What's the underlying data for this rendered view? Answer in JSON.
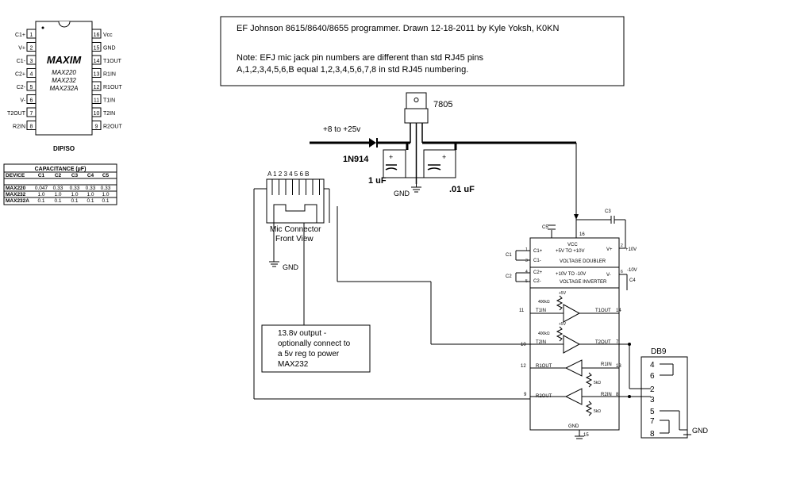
{
  "title_box": {
    "line1": "EF Johnson 8615/8640/8655 programmer. Drawn 12-18-2011 by Kyle Yoksh, K0KN",
    "note1": "Note: EFJ mic jack pin numbers are different than std RJ45 pins",
    "note2": "A,1,2,3,4,5,6,B  equal  1,2,3,4,5,6,7,8 in std RJ45 numbering."
  },
  "pinout": {
    "brand": "MAXIM",
    "parts": [
      "MAX220",
      "MAX232",
      "MAX232A"
    ],
    "package": "DIP/SO",
    "left_pins": [
      {
        "name": "C1+",
        "num": "1"
      },
      {
        "name": "V+",
        "num": "2"
      },
      {
        "name": "C1-",
        "num": "3"
      },
      {
        "name": "C2+",
        "num": "4"
      },
      {
        "name": "C2-",
        "num": "5"
      },
      {
        "name": "V-",
        "num": "6"
      },
      {
        "name": "T2OUT",
        "num": "7"
      },
      {
        "name": "R2IN",
        "num": "8"
      }
    ],
    "right_pins": [
      {
        "name": "Vcc",
        "num": "16"
      },
      {
        "name": "GND",
        "num": "15"
      },
      {
        "name": "T1OUT",
        "num": "14"
      },
      {
        "name": "R1IN",
        "num": "13"
      },
      {
        "name": "R1OUT",
        "num": "12"
      },
      {
        "name": "T1IN",
        "num": "11"
      },
      {
        "name": "T2IN",
        "num": "10"
      },
      {
        "name": "R2OUT",
        "num": "9"
      }
    ]
  },
  "cap_table": {
    "title": "CAPACITANCE (µF)",
    "headers": [
      "DEVICE",
      "C1",
      "C2",
      "C3",
      "C4",
      "C5"
    ],
    "rows": [
      [
        "MAX220",
        "0.047",
        "0.33",
        "0.33",
        "0.33",
        "0.33"
      ],
      [
        "MAX232",
        "1.0",
        "1.0",
        "1.0",
        "1.0",
        "1.0"
      ],
      [
        "MAX232A",
        "0.1",
        "0.1",
        "0.1",
        "0.1",
        "0.1"
      ]
    ]
  },
  "regulator": {
    "part": "7805",
    "input_label": "+8 to +25v",
    "diode": "1N914",
    "cap1": "1 uF",
    "cap2": ".01 uF",
    "gnd": "GND",
    "plus": "+"
  },
  "mic": {
    "pins": "A 1 2 3 4 5 6 B",
    "label1": "Mic Connector",
    "label2": "Front View",
    "gnd": "GND"
  },
  "note_box": {
    "lines": [
      "13.8v output -",
      "optionally connect to",
      "a 5v reg to power",
      "MAX232"
    ]
  },
  "ic": {
    "vcc": "VCC",
    "range1": "+5V TO +10V",
    "doubler": "VOLTAGE DOUBLER",
    "range2": "+10V TO -10V",
    "inverter": "VOLTAGE INVERTER",
    "c1p": "C1+",
    "c1m": "C1-",
    "c2p": "C2+",
    "c2m": "C2-",
    "vplus": "V+",
    "vminus": "V-",
    "plus10": "+10V",
    "minus10": "-10V",
    "t1in": "T1IN",
    "t2in": "T2IN",
    "r1out": "R1OUT",
    "r2out": "R2OUT",
    "t1out": "T1OUT",
    "t2out": "T2OUT",
    "r1in": "R1IN",
    "r2in": "R2IN",
    "plus5": "+5V",
    "res400": "400kΩ",
    "res5k": "5kΩ",
    "gnd": "GND",
    "pin16": "16",
    "pin15": "15",
    "pin1": "1",
    "pin3": "3",
    "pin4": "4",
    "pin5": "5",
    "pin2": "2",
    "pin6": "6",
    "pin11": "11",
    "pin14": "14",
    "pin10": "10",
    "pin7": "7",
    "pin12": "12",
    "pin13": "13",
    "pin9": "9",
    "pin8": "8",
    "c1": "C1",
    "c2": "C2",
    "c3": "C3",
    "c4": "C4",
    "c5": "C5"
  },
  "db9": {
    "label": "DB9",
    "pins": [
      "4",
      "6",
      "2",
      "3",
      "5",
      "7",
      "8"
    ],
    "gnd": "GND"
  }
}
